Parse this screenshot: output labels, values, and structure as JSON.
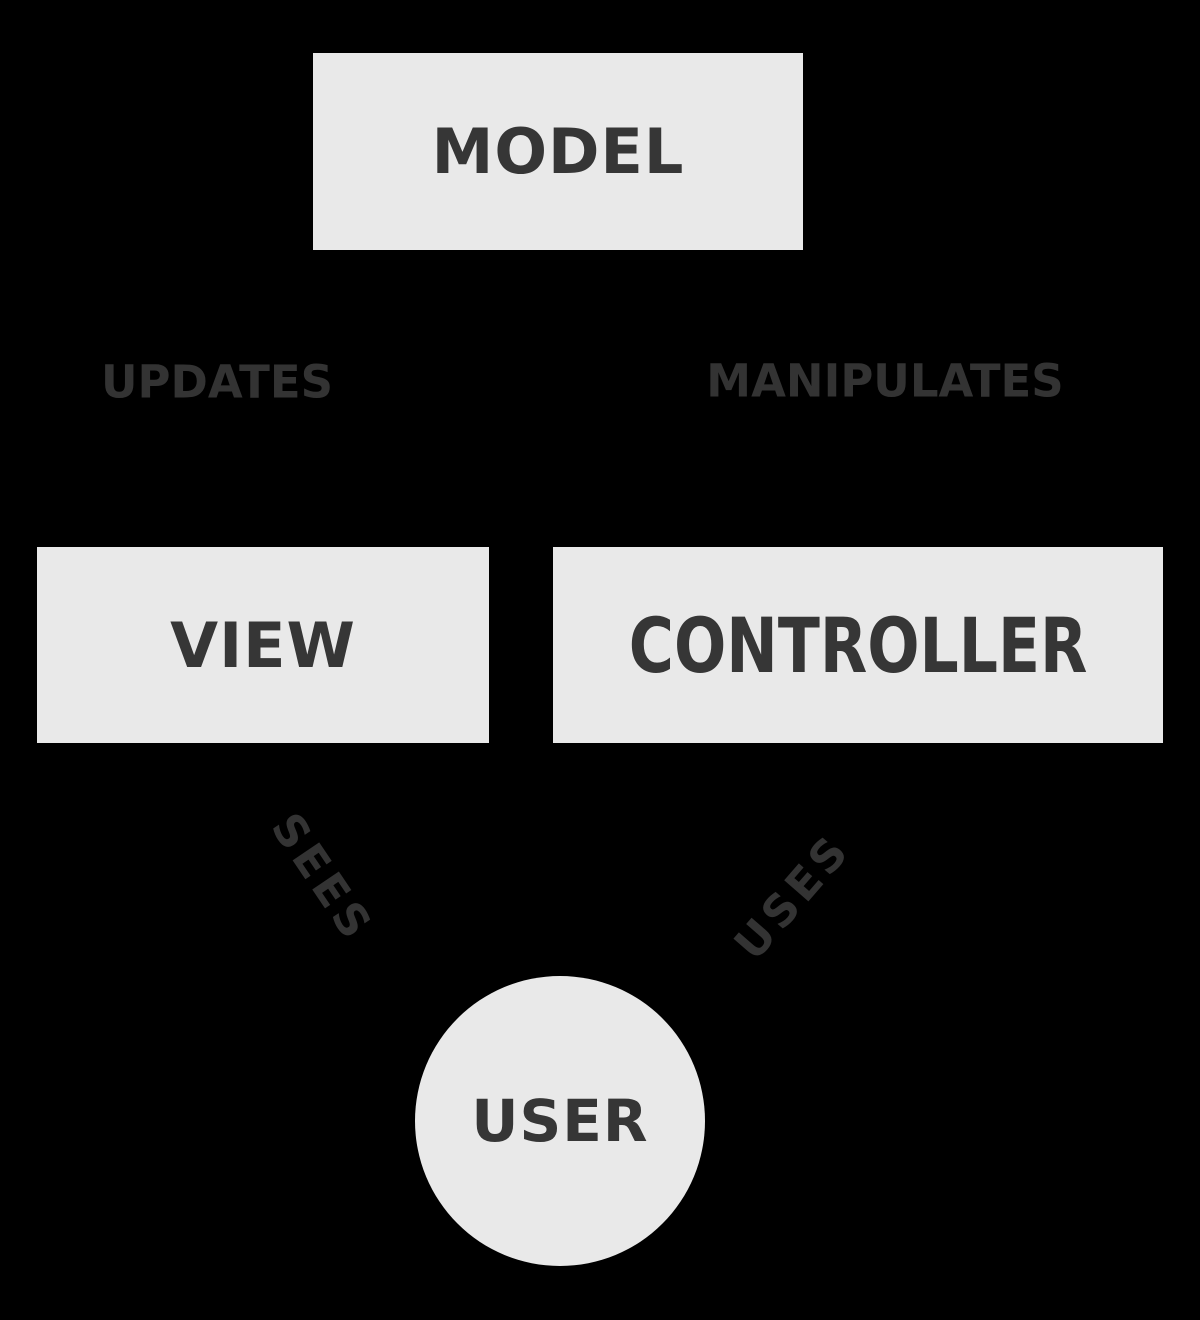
{
  "colors": {
    "background": "#000000",
    "node_fill": "#e9e9e9",
    "node_text": "#363636",
    "edge_label_text": "#333333"
  },
  "nodes": {
    "model": {
      "label": "MODEL",
      "shape": "rectangle"
    },
    "view": {
      "label": "VIEW",
      "shape": "rectangle"
    },
    "controller": {
      "label": "CONTROLLER",
      "shape": "rectangle"
    },
    "user": {
      "label": "USER",
      "shape": "circle"
    }
  },
  "edge_labels": {
    "updates": {
      "label": "UPDATES"
    },
    "manipulates": {
      "label": "MANIPULATES"
    },
    "sees": {
      "label": "SEES"
    },
    "uses": {
      "label": "USES"
    }
  }
}
